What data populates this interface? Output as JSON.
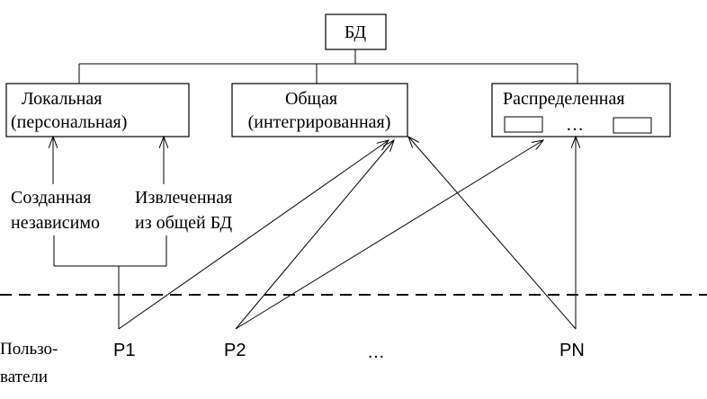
{
  "root": {
    "label": "БД"
  },
  "types": [
    {
      "line1": "Локальная",
      "line2": "(персональная)"
    },
    {
      "line1": "Общая",
      "line2": "(интегрированная)"
    },
    {
      "line1": "Распределенная",
      "ellipsis": "…"
    }
  ],
  "sources": [
    {
      "line1": "Созданная",
      "line2": "независимо"
    },
    {
      "line1": "Извлеченная",
      "line2": "из общей БД"
    }
  ],
  "users": {
    "label_line1": "Пользо-",
    "label_line2": "ватели",
    "items": [
      "P1",
      "P2",
      "PN"
    ],
    "ellipsis": "…"
  }
}
